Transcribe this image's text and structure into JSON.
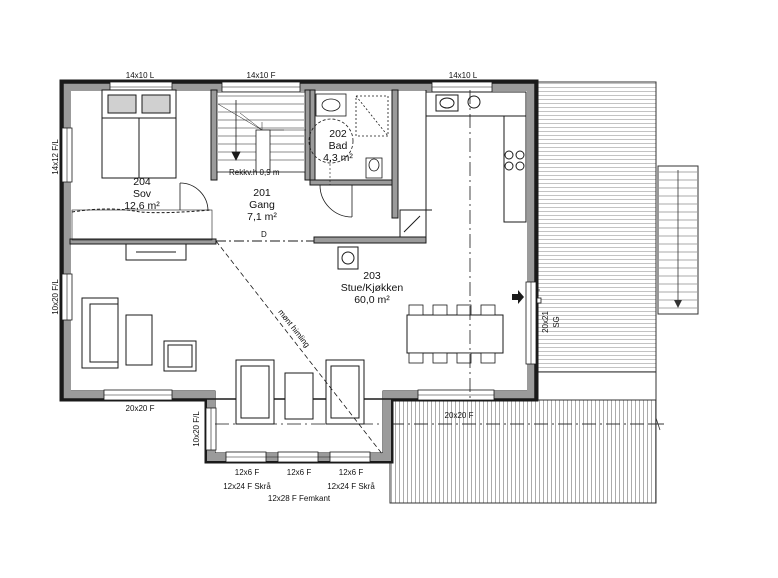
{
  "rooms": {
    "sov": {
      "number": "204",
      "name": "Sov",
      "area": "12,6 m²"
    },
    "gang": {
      "number": "201",
      "name": "Gang",
      "area": "7,1 m²"
    },
    "bad": {
      "number": "202",
      "name": "Bad",
      "area": "4,3 m²"
    },
    "stue": {
      "number": "203",
      "name": "Stue/Kjøkken",
      "area": "60,0 m²"
    }
  },
  "windows": {
    "top_left": "14x10 L",
    "top_mid": "14x10 F",
    "top_right": "14x10 L",
    "left_upper": "14x12 F/L",
    "left_lower": "10x20 F/L",
    "bottom_left": "20x20 F",
    "bay_left": "10x20 F/L",
    "bay_bottom_left": "12x6 F",
    "bay_bottom_mid": "12x6 F",
    "bay_bottom_right": "12x6 F",
    "deck_right": "20x20 F",
    "door_right": "20x21",
    "door_right_sub": "SG"
  },
  "bay_notes": {
    "skra_left": "12x24 F Skrå",
    "skra_right": "12x24 F Skrå",
    "femkant": "12x28 F Femkant"
  },
  "annotations": {
    "rekkv": "Rekkv.h  0,9 m",
    "d_marker": "D",
    "ceiling": "mønt himling"
  }
}
